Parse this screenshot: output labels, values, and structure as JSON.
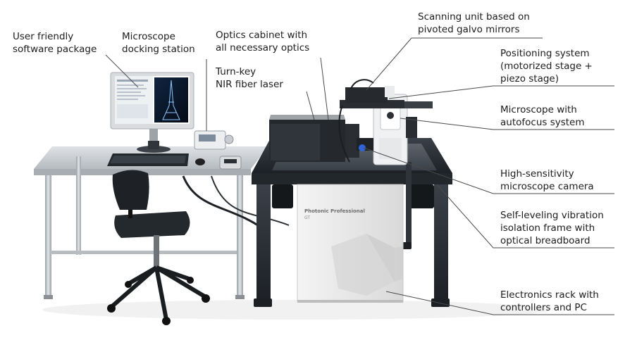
{
  "labels": {
    "software": [
      "User friendly",
      "software package"
    ],
    "docking": [
      "Microscope",
      "docking station"
    ],
    "optics_cabinet": [
      "Optics cabinet with",
      "all necessary optics"
    ],
    "laser": [
      "Turn-key",
      "NIR fiber laser"
    ],
    "scanning": [
      "Scanning unit based on",
      "pivoted galvo mirrors"
    ],
    "positioning": [
      "Positioning system",
      "(motorized stage +",
      "piezo stage)"
    ],
    "microscope": [
      "Microscope with",
      "autofocus system"
    ],
    "camera": [
      "High-sensitivity",
      "microscope camera"
    ],
    "frame": [
      "Self-leveling vibration",
      "isolation frame with",
      "optical breadboard"
    ],
    "electronics": [
      "Electronics rack with",
      "controllers and PC"
    ]
  },
  "rack_brand": "Photonic Professional",
  "rack_model": "GT",
  "colors": {
    "table_top": "#c8ccd0",
    "table_leg": "#b9bec3",
    "frame_dark": "#2b3138",
    "breadboard": "#4a5057",
    "rack": "#eaeaea",
    "monitor_bezel": "#d7d9db",
    "screen_dark": "#0d1a2b",
    "leader_line": "#4a4a4a"
  },
  "icons": [
    "monitor-icon",
    "keyboard-icon",
    "mouse-icon",
    "docking-station-icon",
    "office-chair-icon",
    "laser-box-icon",
    "microscope-icon",
    "electronics-rack-icon"
  ]
}
